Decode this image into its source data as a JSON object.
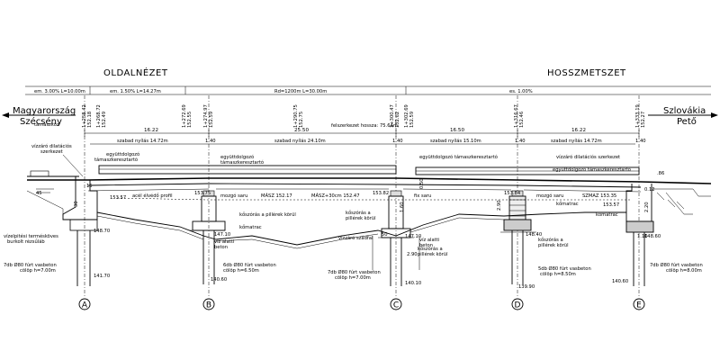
{
  "titles": {
    "left": "OLDALNÉZET",
    "right": "HOSSZMETSZET"
  },
  "ends": {
    "left_country": "Magyarország",
    "left_town": "Szécsény",
    "right_country": "Szlovákia",
    "right_town": "Pető"
  },
  "gradient": {
    "g1": "em. 3.00% L=10.00m",
    "g2": "em. 1.50% L=14.27m",
    "curve": "Rd=1200m L=30.00m",
    "g3": "es. 1.00%"
  },
  "stations": [
    {
      "s": "1+258.42",
      "z": "152.18"
    },
    {
      "s": "1+268.72",
      "z": "152.49"
    },
    {
      "s": "1+272.69",
      "z": "152.55"
    },
    {
      "s": "1+274.97",
      "z": "152.59"
    },
    {
      "s": "1+290.75",
      "z": "152.75"
    },
    {
      "s": "1+300.47",
      "z": "152.62"
    },
    {
      "s": "1+302.69",
      "z": "152.59"
    },
    {
      "s": "1+316.67",
      "z": "152.46"
    },
    {
      "s": "1+333.19",
      "z": "152.27"
    }
  ],
  "labels": {
    "tamaszkoz": "támaszköz",
    "felszerkezet": "felszerkezet hossza: 75.64m",
    "span1": "16.22",
    "span2": "25.50",
    "span3": "16.50",
    "span4": "16.22",
    "free1": "szabad nyílás  14.72m",
    "free2": "szabad nyílás  24.10m",
    "free3": "szabad nyílás  15.10m",
    "free4": "szabad nyílás  14.72m",
    "w140": "1.40",
    "diltacio": "vízzáró dilatációs szerkezet",
    "egyutt": "együttdolgozó támaszkeresztartó",
    "acel": "acél élvédő profil",
    "mozgo": "mozgó saru",
    "fix": "fix saru",
    "masz1": "MÁSZ 152.17",
    "masz2": "MÁSZ+30cm  152.47",
    "szmaz": "SZMAZ 153.35",
    "kotar1": "kőszórás a pillérek körül",
    "kotar2": "kőszórás a pillérek körül",
    "kotar3": "kőszórás a pillérek körül",
    "kotar4": "kőszórás a pillérek körül",
    "komatrac": "kőmatrac",
    "viz1": "víz alatti beton",
    "viz2": "víz alatti beton",
    "vizzaro": "vízzáró szádfal",
    "vizeptesi": "vízelpitési termésköves burkolt rézsűláb",
    "pile_a": "7db Ø80 fúrt vasbeton cölöp h=7.00m",
    "pile_b": "6db Ø80 fúrt vasbeton cölöp h=6.50m",
    "pile_c": "7db Ø80 fúrt vasbeton cölöp h=7.00m",
    "pile_d": "5db Ø80 fúrt vasbeton cölöp h=8.50m",
    "pile_e": "7db Ø80 fúrt vasbeton cölöp h=8.00m",
    "e_a1": "148.70",
    "e_a2": "141.70",
    "e_b1": "147.10",
    "e_b2": "140.60",
    "e_c1": "147.10",
    "e_c2": "140.10",
    "e_d1": "148.40",
    "e_d2": "139.90",
    "e_e1": "148.60",
    "e_e2": "140.60",
    "lvl1": "153.57",
    "lvl2": "153.75",
    "lvl3": "153.82",
    "lvl4": "153.84",
    "lvl5": "153.57",
    "d290": "2.90",
    "d220": "2.20",
    "d110": "1.10",
    "d86": ".86",
    "d45": "45",
    "d30": "30",
    "d15": "15",
    "d050": "0.50",
    "d012": "0.12",
    "d160": "1.60",
    "d50": "50"
  },
  "axes": [
    "A",
    "B",
    "C",
    "D",
    "E"
  ]
}
